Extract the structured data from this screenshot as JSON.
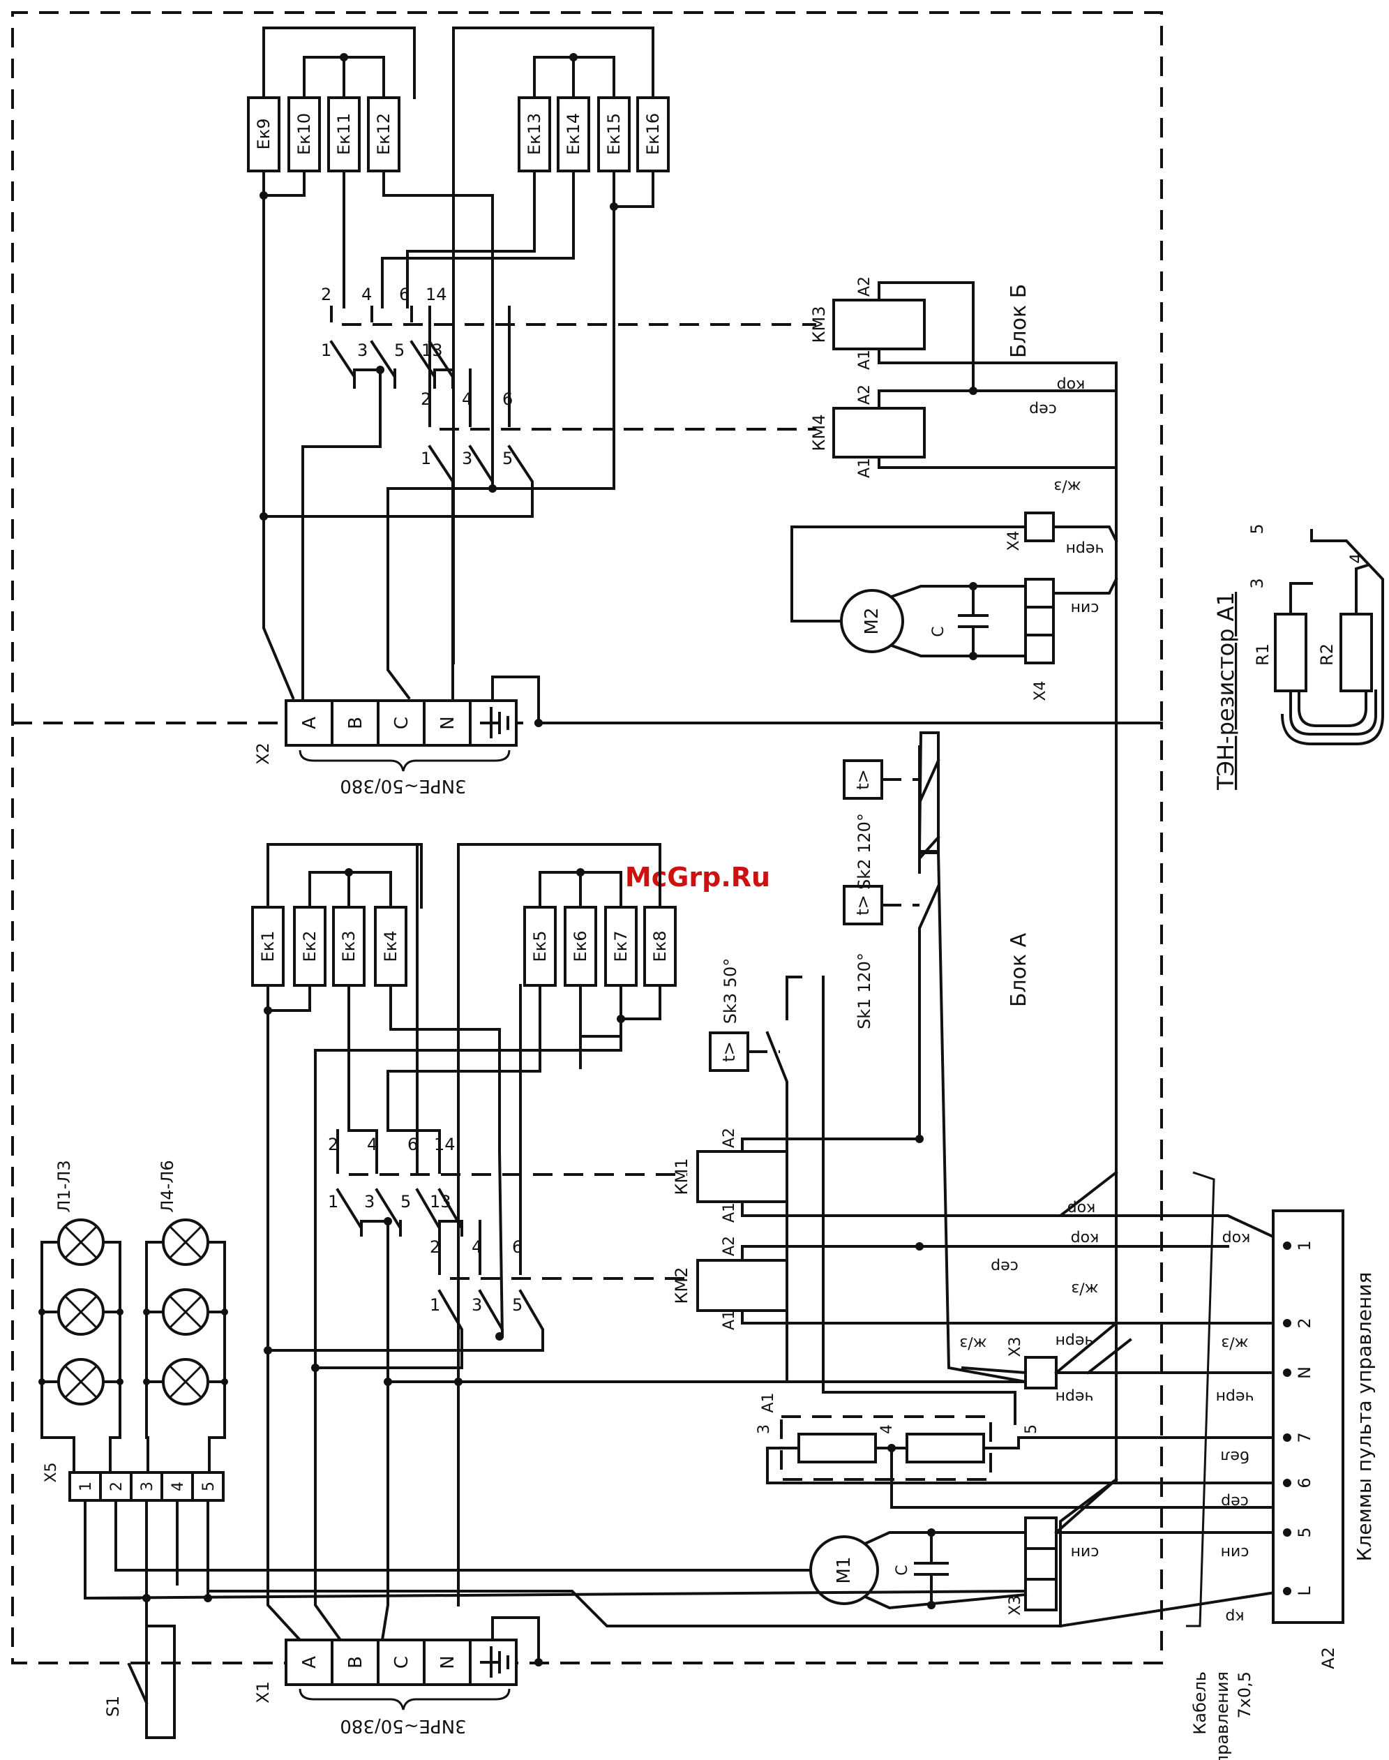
{
  "watermark": "McGrp.Ru",
  "blocks": {
    "block_a": "Блок А",
    "block_b": "Блок Б"
  },
  "heaters_b": [
    "Ек9",
    "Ек10",
    "Ек11",
    "Ек12",
    "Ек13",
    "Ек14",
    "Ек15",
    "Ек16"
  ],
  "heaters_a": [
    "Ек1",
    "Ек2",
    "Ек3",
    "Ек4",
    "Ек5",
    "Ек6",
    "Ек7",
    "Ек8"
  ],
  "terminal_labels": [
    "A",
    "B",
    "C",
    "N"
  ],
  "terminal_x1": "X1",
  "terminal_x2": "X2",
  "supply_label": "3NPE~50/380",
  "contactor_pins_1": [
    "2",
    "4",
    "6",
    "14"
  ],
  "contactor_pins_2": [
    "1",
    "3",
    "5",
    "13"
  ],
  "contactor2_pins_top": [
    "2",
    "4",
    "6"
  ],
  "contactor2_pins_bottom": [
    "1",
    "3",
    "5"
  ],
  "coils": {
    "km1": "КМ1",
    "km2": "КМ2",
    "km3": "КМ3",
    "km4": "КМ4",
    "a1": "A1",
    "a2": "A2"
  },
  "motors": {
    "m1": "M1",
    "m2": "M2",
    "cap": "C",
    "x3": "X3",
    "x4": "X4"
  },
  "wires": {
    "kor": "кор",
    "ser": "сер",
    "zh_z": "ж/з",
    "chern": "черн",
    "sin": "син",
    "bel": "бел",
    "kr": "кр"
  },
  "thermostats": {
    "sk1": "Sk1 120°",
    "sk2": "Sk2 120°",
    "sk3": "Sk3 50°",
    "t_symbol": "t>"
  },
  "lamps": {
    "group1": "Л1-Л3",
    "group2": "Л4-Л6",
    "x5": "X5",
    "x5_pins": [
      "1",
      "2",
      "3",
      "4",
      "5"
    ]
  },
  "switch": "S1",
  "resistor": {
    "title": "ТЭН-резистор А1",
    "r1": "R1",
    "r2": "R2",
    "pin3": "3",
    "pin4": "4",
    "pin5": "5",
    "a1": "A1"
  },
  "control_panel": {
    "title": "Клеммы пульта управления",
    "ref": "A2",
    "terminals": [
      "1",
      "2",
      "N",
      "7",
      "6",
      "5",
      "L"
    ]
  },
  "cable": {
    "line1": "Кабель",
    "line2": "управления",
    "line3": "7x0,5"
  }
}
